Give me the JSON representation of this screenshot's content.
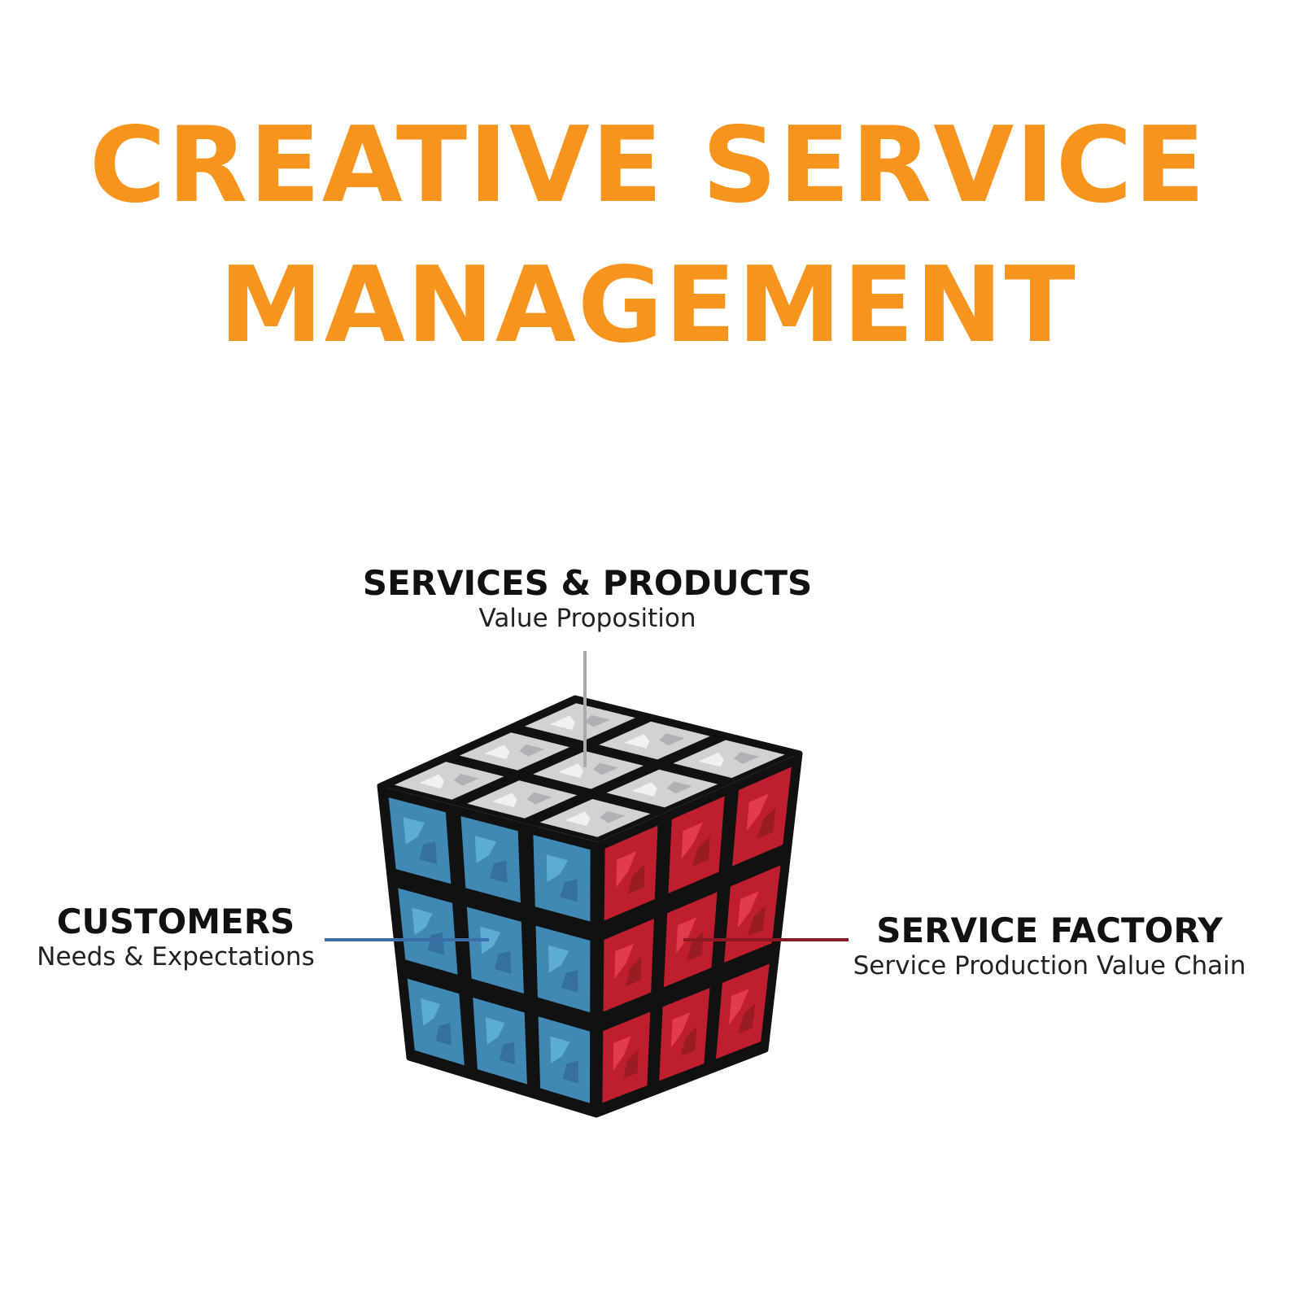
{
  "title": {
    "line1": "CREATIVE SERVICE",
    "line2": "MANAGEMENT"
  },
  "labels": {
    "top": {
      "heading": "SERVICES & PRODUCTS",
      "sub": "Value Proposition"
    },
    "left": {
      "heading": "CUSTOMERS",
      "sub": "Needs & Expectations"
    },
    "right": {
      "heading": "SERVICE FACTORY",
      "sub": "Service Production Value Chain"
    }
  },
  "colors": {
    "title": "#F7941D",
    "top_face": "#D1D2D4",
    "left_face": "#4189B5",
    "right_face": "#BE1E2D",
    "top_line": "#A7A9AC",
    "left_line": "#3A6EA5",
    "right_line": "#8B1A22"
  }
}
